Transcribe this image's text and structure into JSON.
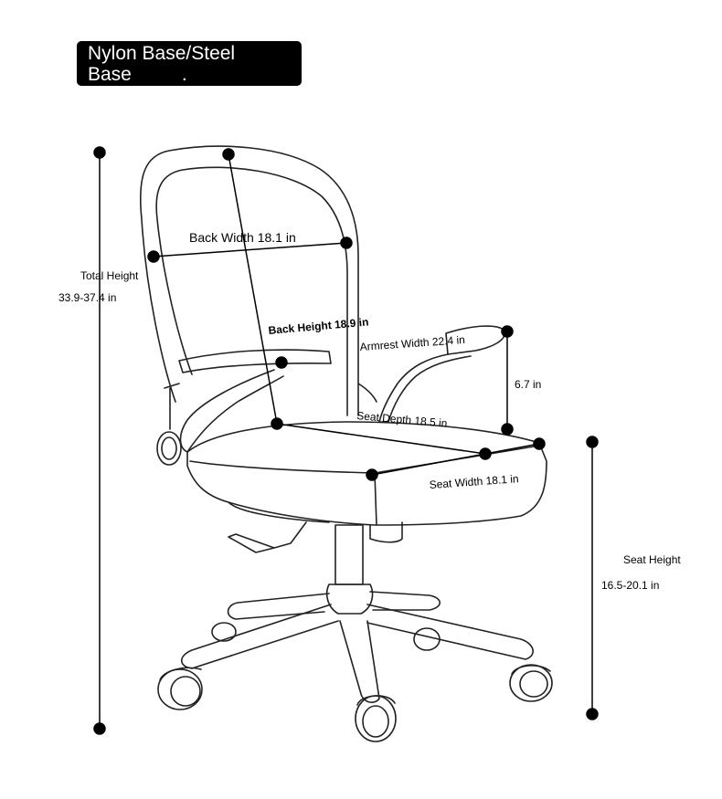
{
  "title": {
    "line1": "Nylon Base/Steel",
    "line2": "Base",
    "dot": "."
  },
  "dimensions": {
    "back_width": "Back Width 18.1 in",
    "total_height_label": "Total Height",
    "total_height_value": "33.9-37.4 in",
    "back_height": "Back Height 18.9 in",
    "armrest_width": "Armrest Width 22.4 in",
    "armrest_height": "6.7 in",
    "seat_depth": "Seat Depth 18.5 in",
    "seat_width": "Seat Width 18.1 in",
    "seat_height_label": "Seat Height",
    "seat_height_value": "16.5-20.1 in"
  }
}
